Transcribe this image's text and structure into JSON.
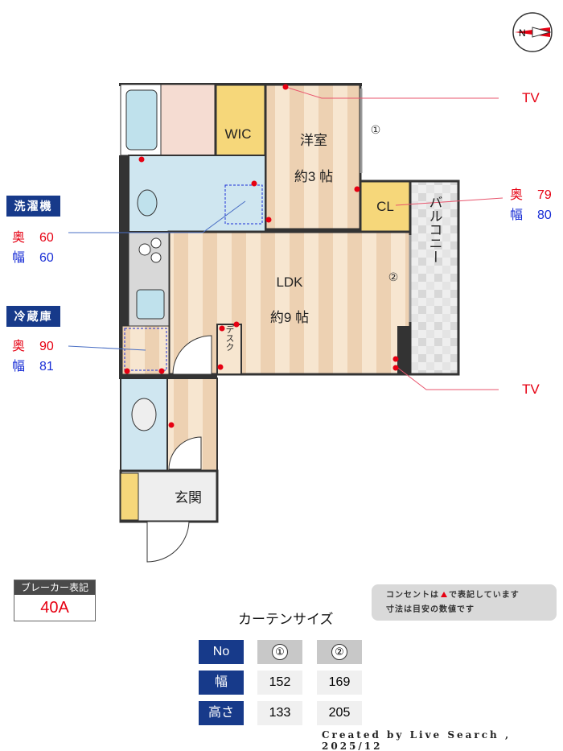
{
  "compass": {
    "label": "N"
  },
  "rooms": {
    "wic": "WIC",
    "western_room": "洋室",
    "western_room_size": "約3 帖",
    "closet": "CL",
    "ldk": "LDK",
    "ldk_size": "約9 帖",
    "balcony": "バルコニー",
    "desk": "デスク",
    "entrance": "玄関"
  },
  "window_markers": [
    "①",
    "②"
  ],
  "tv_labels": [
    "TV",
    "TV"
  ],
  "closet_dims": {
    "depth_label": "奥",
    "depth": "79",
    "width_label": "幅",
    "width": "80"
  },
  "washing_machine": {
    "title": "洗濯機",
    "depth_label": "奥",
    "depth": "60",
    "width_label": "幅",
    "width": "60"
  },
  "refrigerator": {
    "title": "冷蔵庫",
    "depth_label": "奥",
    "depth": "90",
    "width_label": "幅",
    "width": "81"
  },
  "breaker": {
    "title": "ブレーカー表記",
    "value": "40A"
  },
  "note": {
    "line1_a": "コンセントは",
    "line1_b": "で表記しています",
    "line2": "寸法は目安の数値です"
  },
  "curtain": {
    "title": "カーテンサイズ",
    "headers": [
      "No",
      "①",
      "②"
    ],
    "rows": [
      {
        "label": "幅",
        "values": [
          "152",
          "169"
        ]
      },
      {
        "label": "高さ",
        "values": [
          "133",
          "205"
        ]
      }
    ]
  },
  "credit": "Created by Live Search , 2025/12",
  "colors": {
    "navy": "#173a8a",
    "red": "#e60012",
    "blue": "#1a2fd6",
    "floor": "#f3dcc0",
    "tile": "#f2ecd0"
  }
}
